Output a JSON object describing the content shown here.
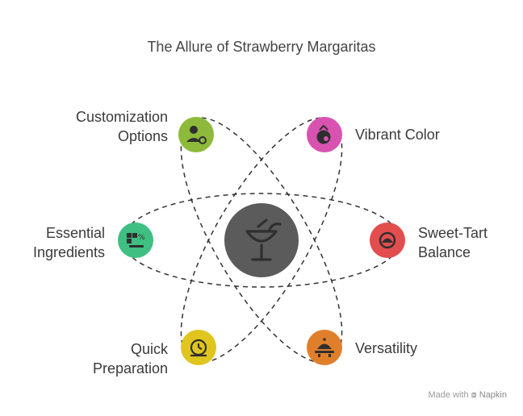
{
  "title": "The Allure of Strawberry Margaritas",
  "center": {
    "icon": "cocktail-glass-icon",
    "color": "#5b5b5b"
  },
  "nodes": [
    {
      "label_lines": [
        "Customization",
        "Options"
      ],
      "icon": "user-gear-icon",
      "color": "#8dba3a"
    },
    {
      "label_lines": [
        "Vibrant Color"
      ],
      "icon": "strawberry-icon",
      "color": "#d852b0"
    },
    {
      "label_lines": [
        "Essential",
        "Ingredients"
      ],
      "icon": "ingredients-icon",
      "color": "#3fbf82"
    },
    {
      "label_lines": [
        "Sweet-Tart",
        "Balance"
      ],
      "icon": "balance-icon",
      "color": "#e24e4e"
    },
    {
      "label_lines": [
        "Quick",
        "Preparation"
      ],
      "icon": "timer-dish-icon",
      "color": "#e0c51e"
    },
    {
      "label_lines": [
        "Versatility"
      ],
      "icon": "cart-icon",
      "color": "#e07f2b"
    }
  ],
  "watermark": {
    "prefix": "Made with",
    "brand": "Napkin"
  }
}
